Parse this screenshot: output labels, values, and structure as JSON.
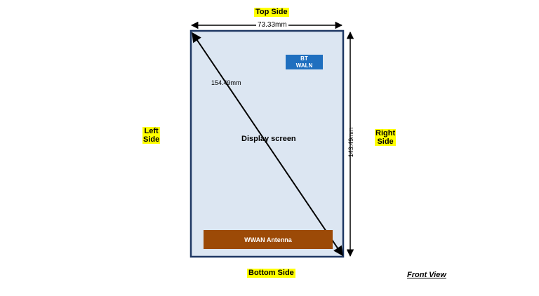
{
  "sides": {
    "top": "Top Side",
    "bottom": "Bottom Side",
    "left": [
      "Left",
      "Side"
    ],
    "right": [
      "Right",
      "Side"
    ]
  },
  "dimensions": {
    "width": "73.33mm",
    "height": "143.49mm",
    "diagonal": "154.49mm"
  },
  "screen_label": "Display screen",
  "bt_box": [
    "BT",
    "WALN"
  ],
  "wwan_box": "WWAN Antenna",
  "view_label": "Front View",
  "colors": {
    "device_fill": "#dce6f2",
    "device_border": "#1f3864",
    "bt_fill": "#1f6fbf",
    "wwan_fill": "#9c4a07",
    "highlight": "#ffff00"
  }
}
